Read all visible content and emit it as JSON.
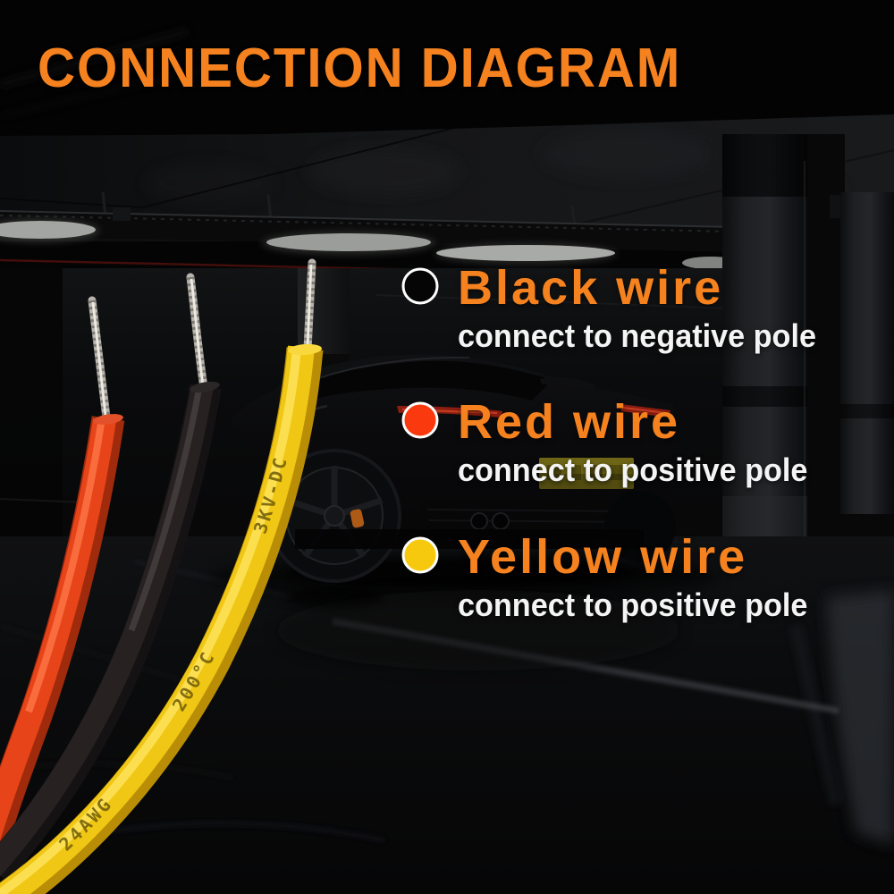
{
  "title": "CONNECTION DIAGRAM",
  "accent_color": "#F5821F",
  "background": {
    "scene": "dark parking garage with black sports car",
    "base_color": "#040405"
  },
  "labels": [
    {
      "name": "Black wire",
      "description": "connect to negative pole",
      "bullet_color": "#050505"
    },
    {
      "name": "Red wire",
      "description": "connect to positive pole",
      "bullet_color": "#FA390E"
    },
    {
      "name": "Yellow wire",
      "description": "connect to positive pole",
      "bullet_color": "#F7C90E"
    }
  ],
  "wire_markings": {
    "gauge": "24AWG",
    "temperature": "200°C",
    "voltage": "3KV-DC"
  }
}
